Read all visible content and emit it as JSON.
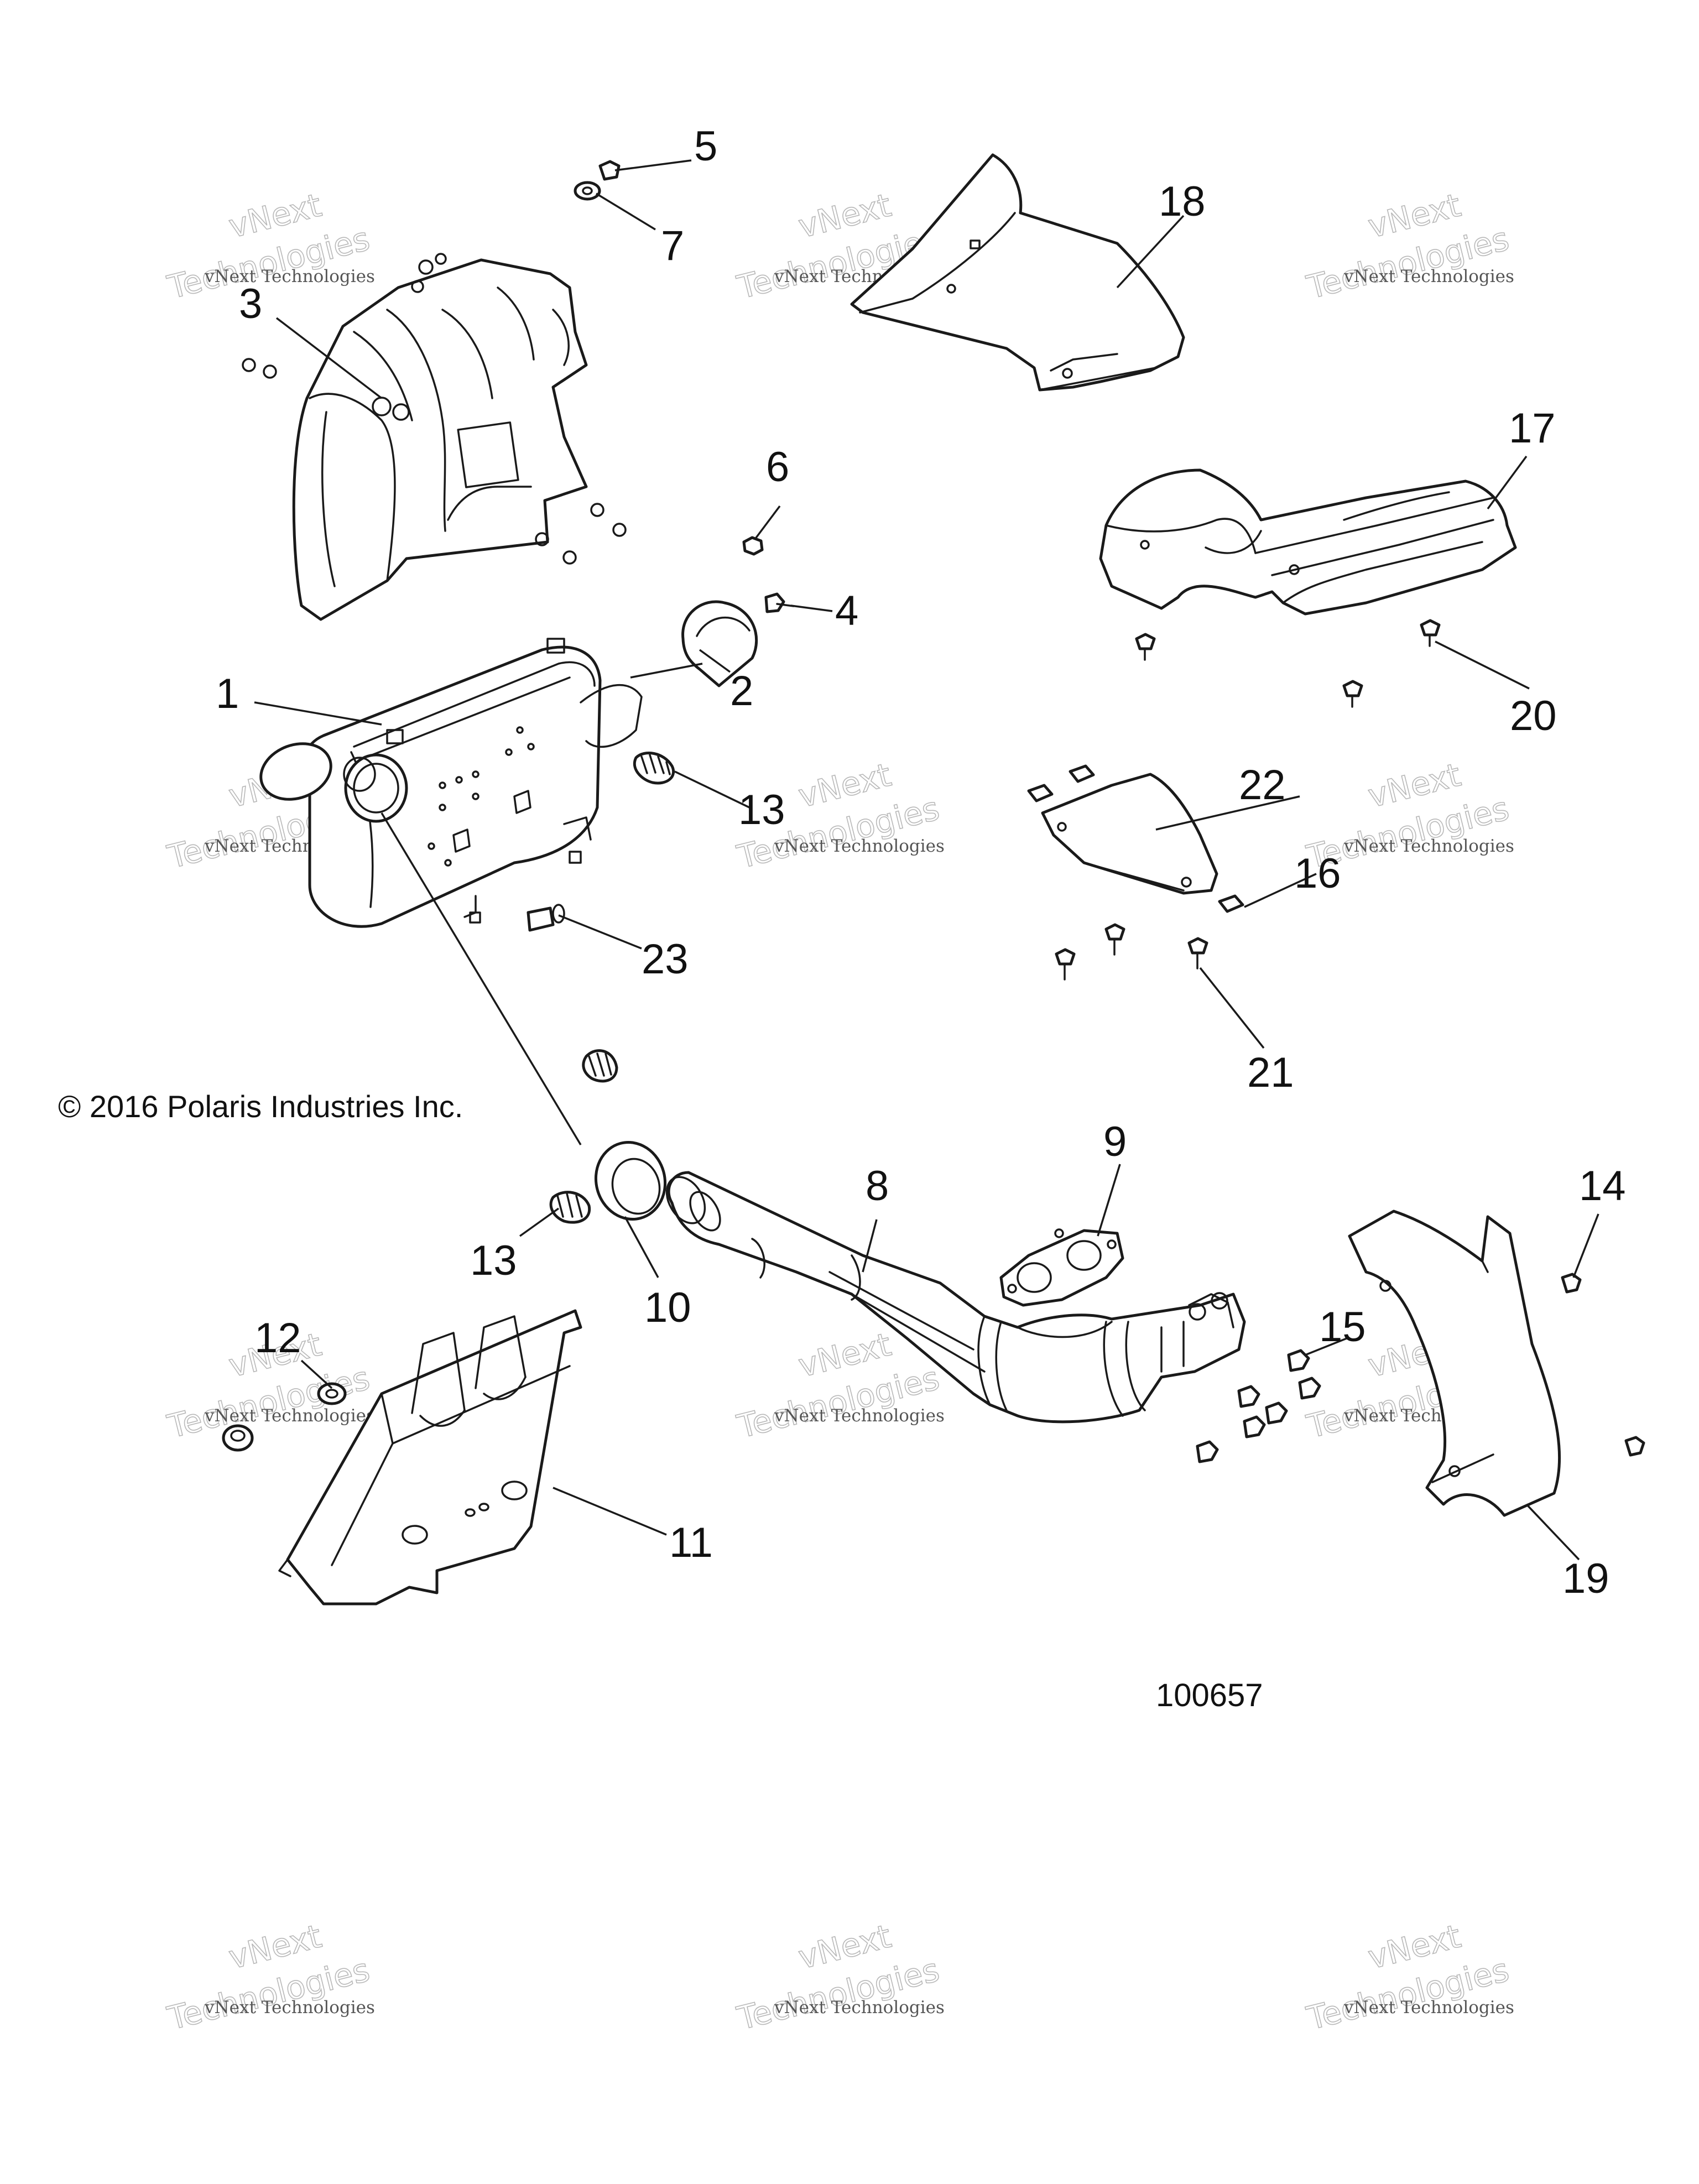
{
  "callouts": {
    "c1": "1",
    "c2": "2",
    "c3": "3",
    "c4": "4",
    "c5": "5",
    "c6": "6",
    "c7": "7",
    "c8": "8",
    "c9": "9",
    "c10": "10",
    "c11": "11",
    "c12": "12",
    "c13a": "13",
    "c13b": "13",
    "c14": "14",
    "c15": "15",
    "c16": "16",
    "c17": "17",
    "c18": "18",
    "c19": "19",
    "c20": "20",
    "c21": "21",
    "c22": "22",
    "c23": "23"
  },
  "copyright": "© 2016 Polaris Industries Inc.",
  "drawing_number": "100657",
  "watermark": {
    "line1": "vNext Technologies",
    "line2": "vNext",
    "line3": "Technologies"
  },
  "colors": {
    "line": "#1a1a1a",
    "watermark_text": "#555555",
    "watermark_outline": "#b8b8b8"
  }
}
